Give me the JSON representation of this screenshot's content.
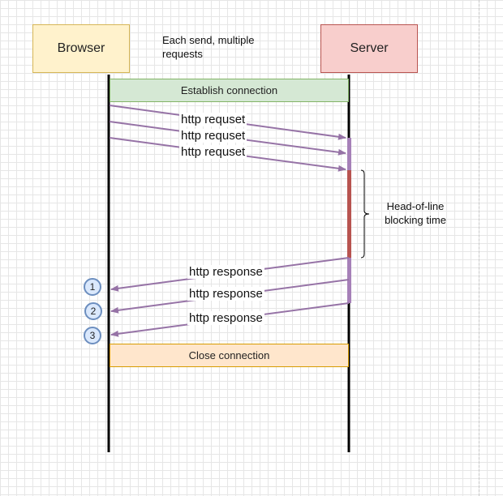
{
  "participants": {
    "browser": "Browser",
    "server": "Server"
  },
  "note": "Each send, multiple\nrequests",
  "phases": {
    "establish": "Establish connection",
    "close": "Close connection"
  },
  "requests": [
    "http requset",
    "http requset",
    "http requset"
  ],
  "responses": [
    "http response",
    "http response",
    "http response"
  ],
  "hol_label": "Head-of-line\nblocking time",
  "response_order": [
    "1",
    "2",
    "3"
  ],
  "colors": {
    "arrow": "#9673a6",
    "lifeline": "#000000",
    "blocking": "#b85450",
    "processing": "#a680b8"
  }
}
